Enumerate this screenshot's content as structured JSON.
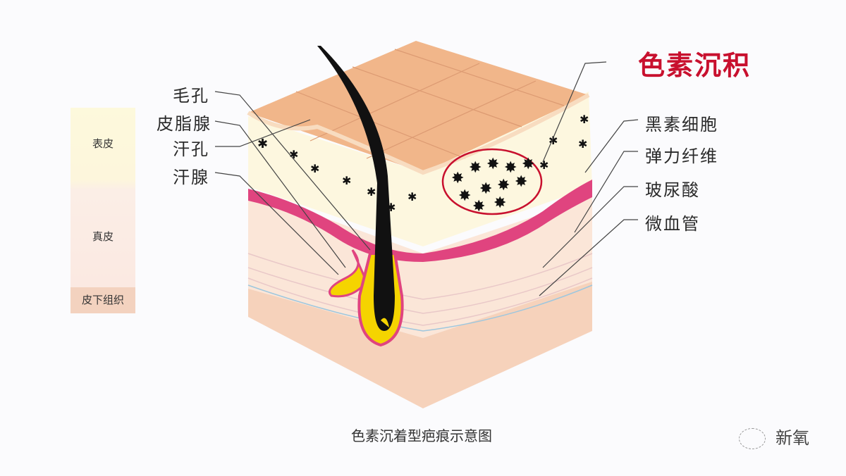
{
  "layer_bar": {
    "epidermis": "表皮",
    "dermis": "真皮",
    "subcutis": "皮下组织"
  },
  "left_labels": [
    "毛孔",
    "皮脂腺",
    "汗孔",
    "汗腺"
  ],
  "highlight_label": "色素沉积",
  "right_labels": [
    "黑素细胞",
    "弹力纤维",
    "玻尿酸",
    "微血管"
  ],
  "caption": "色素沉着型疤痕示意图",
  "watermark": "新氧",
  "colors": {
    "highlight": "#c8102e",
    "skin_top": "#f1b68a",
    "membrane": "#e0447f",
    "gland": "#f5d400"
  }
}
